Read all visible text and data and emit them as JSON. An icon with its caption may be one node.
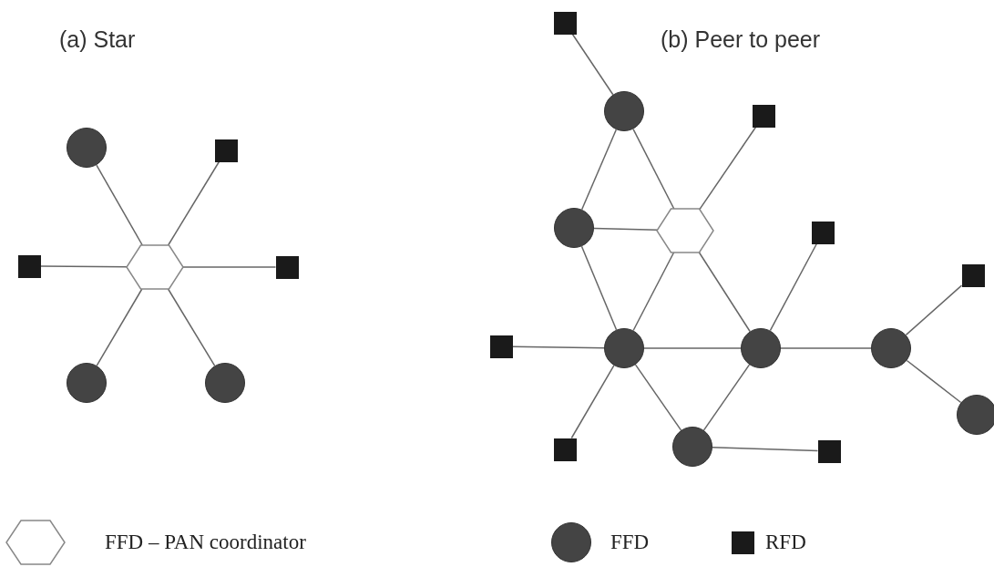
{
  "diagram": {
    "nodes": [
      {
        "text": [],
        "shape": "circle"
      },
      {
        "text": [],
        "shape": "square"
      },
      {
        "text": [],
        "shape": "square"
      },
      {
        "text": [],
        "shape": "hexagon"
      },
      {
        "text": [],
        "shape": "square"
      },
      {
        "text": [],
        "shape": "circle"
      },
      {
        "text": [],
        "shape": "circle"
      },
      {
        "text": [],
        "shape": "square"
      },
      {
        "text": [],
        "shape": "circle"
      },
      {
        "text": [],
        "shape": "square"
      },
      {
        "text": [],
        "shape": "circle"
      },
      {
        "text": [],
        "shape": "hexagon"
      },
      {
        "text": [],
        "shape": "square"
      },
      {
        "text": [],
        "shape": "square"
      },
      {
        "text": [],
        "shape": "square"
      },
      {
        "text": [],
        "shape": "circle"
      },
      {
        "text": [],
        "shape": "circle"
      },
      {
        "text": [],
        "shape": "circle"
      },
      {
        "text": [],
        "shape": "circle"
      },
      {
        "text": [],
        "shape": "square"
      },
      {
        "text": [],
        "shape": "circle"
      },
      {
        "text": [],
        "shape": "square"
      }
    ],
    "edges": [
      {
        "from": 3,
        "to": 0,
        "arrow": "none"
      },
      {
        "from": 3,
        "to": 1,
        "arrow": "none"
      },
      {
        "from": 3,
        "to": 2,
        "arrow": "none"
      },
      {
        "from": 3,
        "to": 4,
        "arrow": "none"
      },
      {
        "from": 3,
        "to": 5,
        "arrow": "none"
      },
      {
        "from": 3,
        "to": 6,
        "arrow": "none"
      },
      {
        "from": 7,
        "to": 8,
        "arrow": "none"
      },
      {
        "from": 8,
        "to": 10,
        "arrow": "none"
      },
      {
        "from": 8,
        "to": 11,
        "arrow": "none"
      },
      {
        "from": 9,
        "to": 11,
        "arrow": "none"
      },
      {
        "from": 10,
        "to": 11,
        "arrow": "none"
      },
      {
        "from": 10,
        "to": 15,
        "arrow": "none"
      },
      {
        "from": 11,
        "to": 15,
        "arrow": "none"
      },
      {
        "from": 11,
        "to": 16,
        "arrow": "none"
      },
      {
        "from": 12,
        "to": 16,
        "arrow": "none"
      },
      {
        "from": 14,
        "to": 15,
        "arrow": "none"
      },
      {
        "from": 15,
        "to": 16,
        "arrow": "none"
      },
      {
        "from": 16,
        "to": 17,
        "arrow": "none"
      },
      {
        "from": 17,
        "to": 13,
        "arrow": "none"
      },
      {
        "from": 17,
        "to": 18,
        "arrow": "none"
      },
      {
        "from": 15,
        "to": 19,
        "arrow": "none"
      },
      {
        "from": 15,
        "to": 20,
        "arrow": "none"
      },
      {
        "from": 16,
        "to": 20,
        "arrow": "none"
      },
      {
        "from": 20,
        "to": 21,
        "arrow": "none"
      }
    ],
    "labels": [
      "(a) Star",
      "(b) Peer to peer"
    ],
    "legend": [
      {
        "text": "FFD – PAN coordinator"
      },
      {
        "text": "FFD"
      },
      {
        "text": "RFD"
      }
    ]
  }
}
